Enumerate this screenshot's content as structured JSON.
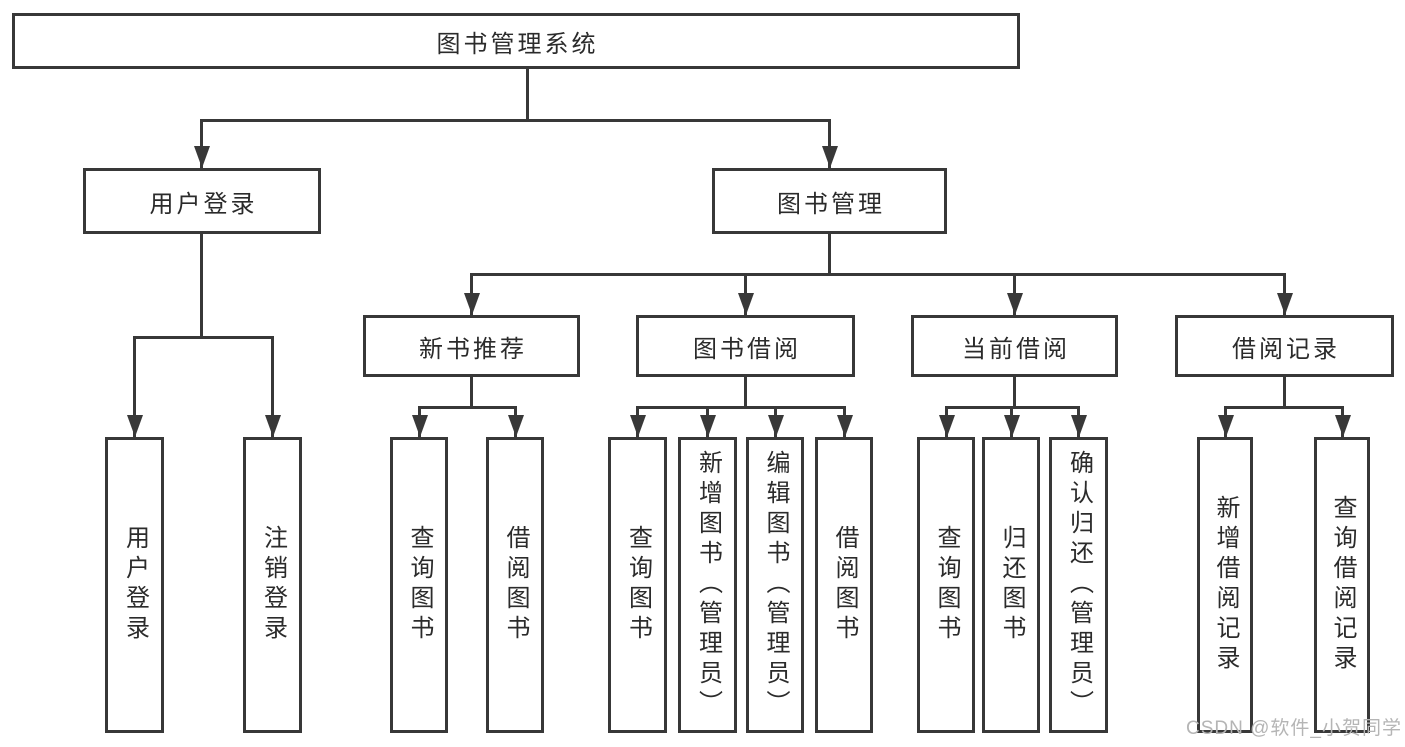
{
  "colors": {
    "line": "#383838",
    "box_border": "#383838",
    "text": "#2b2b2b",
    "background": "#ffffff",
    "watermark": "#b5b5b5"
  },
  "watermark": {
    "text": "CSDN @软件_小贺同学"
  },
  "tree": {
    "label": "图书管理系统",
    "children": [
      {
        "label": "用户登录",
        "children": [
          {
            "label": "用户登录"
          },
          {
            "label": "注销登录"
          }
        ]
      },
      {
        "label": "图书管理",
        "children": [
          {
            "label": "新书推荐",
            "children": [
              {
                "label": "查询图书"
              },
              {
                "label": "借阅图书"
              }
            ]
          },
          {
            "label": "图书借阅",
            "children": [
              {
                "label": "查询图书"
              },
              {
                "label": "新增图书（管理员）"
              },
              {
                "label": "编辑图书（管理员）"
              },
              {
                "label": "借阅图书"
              }
            ]
          },
          {
            "label": "当前借阅",
            "children": [
              {
                "label": "查询图书"
              },
              {
                "label": "归还图书"
              },
              {
                "label": "确认归还（管理员）"
              }
            ]
          },
          {
            "label": "借阅记录",
            "children": [
              {
                "label": "新增借阅记录"
              },
              {
                "label": "查询借阅记录"
              }
            ]
          }
        ]
      }
    ]
  }
}
